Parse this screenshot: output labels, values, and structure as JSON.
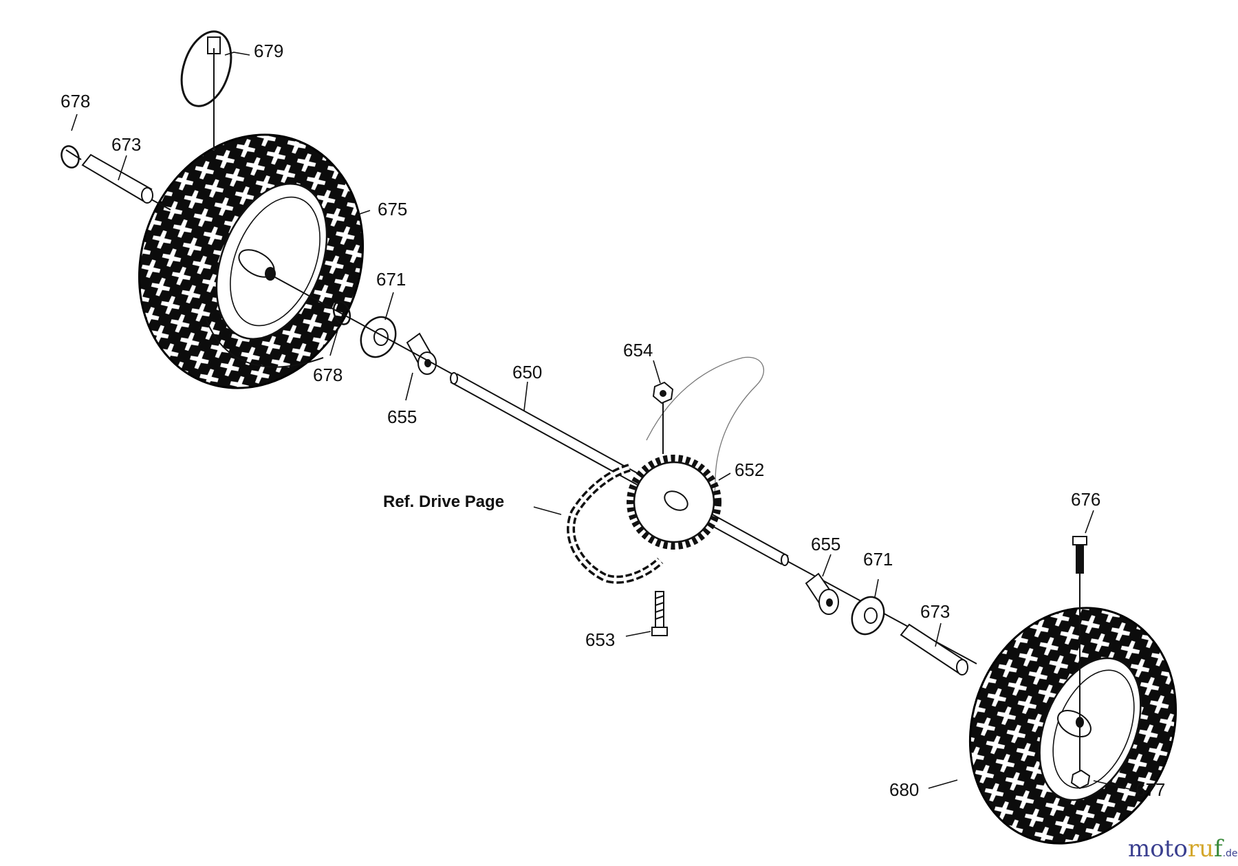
{
  "diagram": {
    "part_labels": {
      "p679": "679",
      "p678a": "678",
      "p673a": "673",
      "p675": "675",
      "p671a": "671",
      "p678b": "678",
      "p655a": "655",
      "p650": "650",
      "p654": "654",
      "p652": "652",
      "ref_drive": "Ref. Drive Page",
      "p676": "676",
      "p655b": "655",
      "p671b": "671",
      "p673b": "673",
      "p653": "653",
      "p680": "680",
      "p677": "677"
    },
    "watermark": {
      "part1": "moto",
      "part2": "ru",
      "part3": "f",
      "suffix": ".de",
      "colors": {
        "part1": "#3a3f8f",
        "part2": "#d4a72c",
        "part3": "#3a8a3a"
      }
    }
  }
}
